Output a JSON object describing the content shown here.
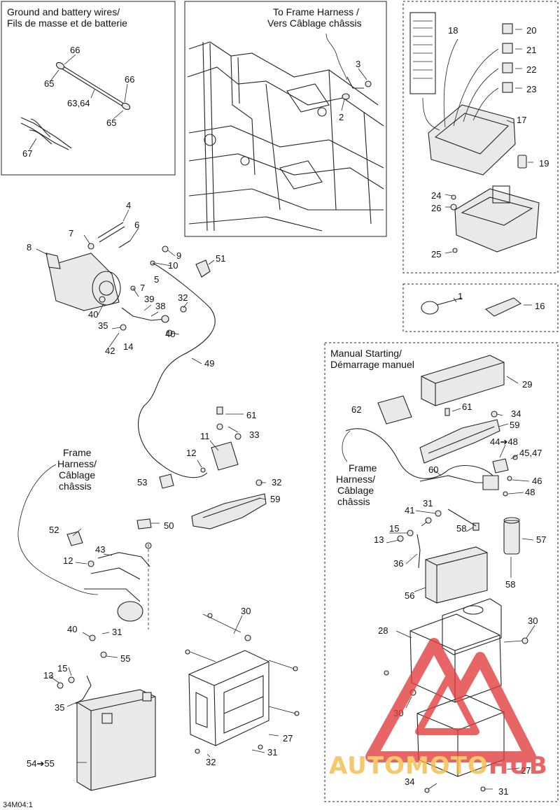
{
  "panels": {
    "ground_battery": {
      "title_line1": "Ground and battery wires/",
      "title_line2": "Fils de masse et de batterie"
    },
    "frame_harness_top": {
      "label_line1": "To Frame Harness /",
      "label_line2": "Vers Câblage châssis"
    },
    "frame_harness_left": {
      "line1": "Frame",
      "line2": "Harness/",
      "line3": "Câblage",
      "line4": "châssis"
    },
    "manual_starting": {
      "title_line1": "Manual Starting/",
      "title_line2": "Démarrage manuel"
    },
    "frame_harness_right": {
      "line1": "Frame",
      "line2": "Harness/",
      "line3": "Câblage",
      "line4": "châssis"
    }
  },
  "callouts": {
    "c66a": "66",
    "c65a": "65",
    "c6364": "63,64",
    "c66b": "66",
    "c65b": "65",
    "c67": "67",
    "c3": "3",
    "c2": "2",
    "c18": "18",
    "c20": "20",
    "c21": "21",
    "c22": "22",
    "c23": "23",
    "c17": "17",
    "c19": "19",
    "c24": "24",
    "c26": "26",
    "c25": "25",
    "c1": "1",
    "c16": "16",
    "c4": "4",
    "c7a": "7",
    "c6": "6",
    "c8": "8",
    "c9": "9",
    "c10": "10",
    "c51": "51",
    "c5": "5",
    "c7b": "7",
    "c39": "39",
    "c38": "38",
    "c32a": "32",
    "c40a": "40",
    "c35a": "35",
    "c40b": "40",
    "c14": "14",
    "c42": "42",
    "c49": "49",
    "c61a": "61",
    "c33": "33",
    "c11": "11",
    "c12a": "12",
    "c53": "53",
    "c32b": "32",
    "c59a": "59",
    "c50": "50",
    "c52": "52",
    "c43": "43",
    "c12b": "12",
    "c40c": "40",
    "c31a": "31",
    "c55": "55",
    "c15a": "15",
    "c13a": "13",
    "c35b": "35",
    "c5455": "54➔55",
    "c30a": "30",
    "c27a": "27",
    "c32c": "32",
    "c31b": "31",
    "c29": "29",
    "c62": "62",
    "c61b": "61",
    "c34a": "34",
    "c59b": "59",
    "c4448": "44➔48",
    "c4547": "45,47",
    "c60": "60",
    "c46": "46",
    "c48": "48",
    "c41": "41",
    "c31c": "31",
    "c58a": "58",
    "c57": "57",
    "c15b": "15",
    "c13b": "13",
    "c36": "36",
    "c58b": "58",
    "c56": "56",
    "c28": "28",
    "c30b": "30",
    "c30c": "30",
    "c27b": "27",
    "c34b": "34",
    "c31d": "31"
  },
  "figure_code": "34M04:1",
  "watermark": {
    "text": "AUTOMOTOHUB",
    "color_orange": "#f4b942",
    "color_red": "#e23b3b"
  }
}
